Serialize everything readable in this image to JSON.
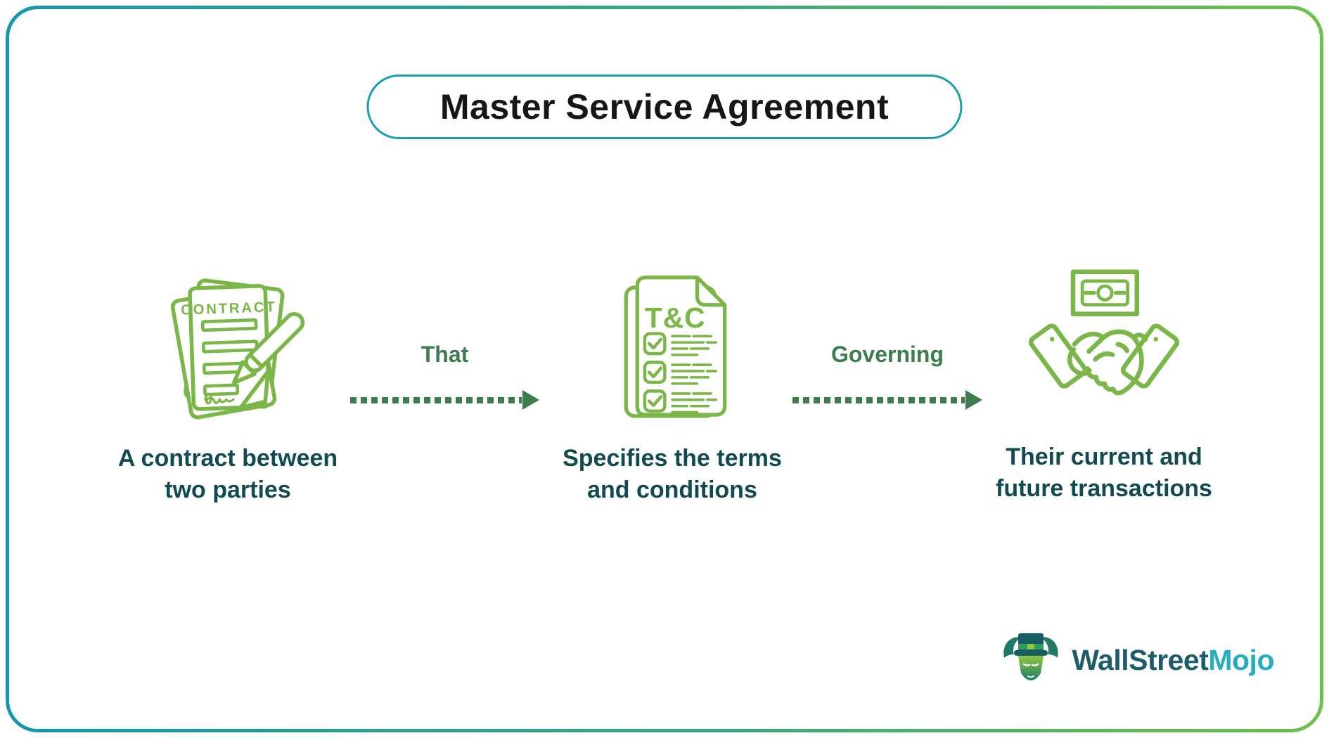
{
  "title": "Master Service Agreement",
  "steps": [
    {
      "icon": "contract-document-icon",
      "icon_label": "CONTRACT",
      "caption_line1": "A contract between",
      "caption_line2": "two parties"
    },
    {
      "icon": "terms-document-icon",
      "icon_label": "T&C",
      "caption_line1": "Specifies the terms",
      "caption_line2": "and conditions"
    },
    {
      "icon": "money-handshake-icon",
      "caption_line1": "Their current and",
      "caption_line2": "future transactions"
    }
  ],
  "connectors": [
    {
      "label": "That"
    },
    {
      "label": "Governing"
    }
  ],
  "logo": {
    "brand_primary": "WallStreet",
    "brand_secondary": "Mojo"
  },
  "colors": {
    "border_gradient_start": "#1796ac",
    "border_gradient_end": "#6ec049",
    "icon_green": "#7ab648",
    "arrow_green": "#3c7d50",
    "caption_teal": "#114a50",
    "title_pill_border": "#16a0ad",
    "title_text": "#161616",
    "logo_primary": "#1d5d6b",
    "logo_secondary": "#28acc0"
  }
}
